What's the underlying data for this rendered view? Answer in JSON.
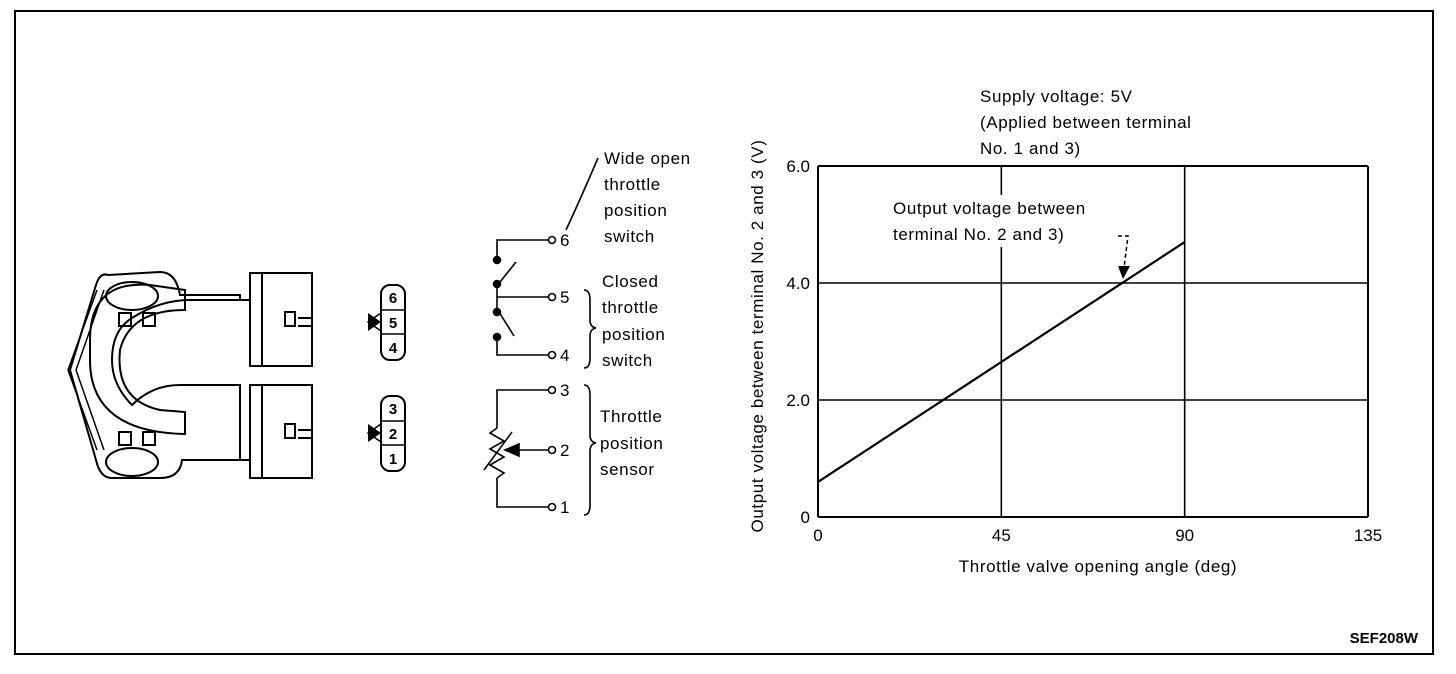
{
  "diagram_code": "SEF208W",
  "connector_pins": {
    "upper": [
      "6",
      "5",
      "4"
    ],
    "lower": [
      "3",
      "2",
      "1"
    ]
  },
  "circuit": {
    "terminals": [
      "6",
      "5",
      "4",
      "3",
      "2",
      "1"
    ],
    "wide_open_switch_label": [
      "Wide open",
      "throttle",
      "position",
      "switch"
    ],
    "closed_switch_label": [
      "Closed",
      "throttle",
      "position",
      "switch"
    ],
    "sensor_label": [
      "Throttle",
      "position",
      "sensor"
    ]
  },
  "chart_data": {
    "type": "line",
    "xlabel": "Throttle valve opening angle (deg)",
    "ylabel": "Output voltage between terminal No. 2 and 3 (V)",
    "x_ticks": [
      "0",
      "45",
      "90",
      "135"
    ],
    "y_ticks": [
      "0",
      "2.0",
      "4.0",
      "6.0"
    ],
    "xlim": [
      0,
      135
    ],
    "ylim": [
      0,
      6
    ],
    "grid": true,
    "note": [
      "Supply voltage: 5V",
      "(Applied between terminal",
      "No. 1 and 3)"
    ],
    "annotation": [
      "Output voltage between",
      "terminal No. 2 and 3)"
    ],
    "series": [
      {
        "x": [
          0,
          90
        ],
        "y": [
          0.6,
          4.7
        ]
      }
    ]
  }
}
